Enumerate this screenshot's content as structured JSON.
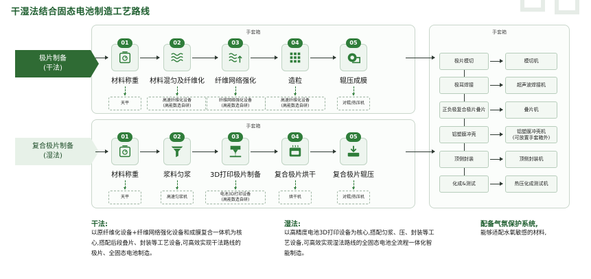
{
  "title": "干湿法结合固态电池制造工艺路线",
  "glovebox_label": "手套箱",
  "dry": {
    "tag": [
      "极片制备",
      "(干法)"
    ],
    "steps": [
      {
        "num": "01",
        "name": "材料称重",
        "icon": "scale-icon",
        "equip": [
          "天平"
        ]
      },
      {
        "num": "02",
        "name": "材料混匀及纤维化",
        "icon": "wave-layers-icon",
        "equip": [
          "高速纤维化设备",
          "(高能数造自研)"
        ]
      },
      {
        "num": "03",
        "name": "纤维网络强化",
        "icon": "wave-arrow-icon",
        "equip": [
          "纤维网络强化设备",
          "(高能数造自研)"
        ]
      },
      {
        "num": "04",
        "name": "造粒",
        "icon": "grid-dots-icon",
        "equip": [
          "高速纤维化设备",
          "(高能数造自研)"
        ]
      },
      {
        "num": "05",
        "name": "辊压成膜",
        "icon": "roller-film-icon",
        "equip": [
          "对辊/热压机"
        ]
      }
    ]
  },
  "wet": {
    "tag": [
      "复合极片制备",
      "(湿法)"
    ],
    "steps": [
      {
        "num": "01",
        "name": "材料称重",
        "icon": "scale-icon",
        "equip": [
          "天平"
        ]
      },
      {
        "num": "02",
        "name": "浆料匀浆",
        "icon": "funnel-icon",
        "equip": [
          "高速匀浆机"
        ]
      },
      {
        "num": "03",
        "name": "3D打印极片制备",
        "icon": "print-nozzle-icon",
        "equip": [
          "电池3D打印设备",
          "(高能数造自研)"
        ]
      },
      {
        "num": "04",
        "name": "复合极片烘干",
        "icon": "oven-icon",
        "equip": [
          "烘干机"
        ]
      },
      {
        "num": "05",
        "name": "复合极片辊压",
        "icon": "press-down-icon",
        "equip": [
          "对辊/热压机"
        ]
      }
    ]
  },
  "assembly": [
    {
      "process": [
        "极片模切"
      ],
      "machine": [
        "模切机"
      ]
    },
    {
      "process": [
        "极耳焊接"
      ],
      "machine": [
        "超声波焊接机"
      ]
    },
    {
      "process": [
        "正负极复合极片叠片"
      ],
      "machine": [
        "叠片机"
      ]
    },
    {
      "process": [
        "铝塑膜冲壳"
      ],
      "machine": [
        "铝塑膜冲壳机",
        "(可放置手套箱外)"
      ]
    },
    {
      "process": [
        "顶侧封装"
      ],
      "machine": [
        "顶侧封装机"
      ]
    },
    {
      "process": [
        "化成&测试"
      ],
      "machine": [
        "热压化成测试机"
      ]
    }
  ],
  "footer": {
    "dry_title": "干法:",
    "dry_lines": [
      "以原纤维化设备+纤维网络强化设备和成膜复合一体机为核",
      "心,搭配后段叠片、封装等工艺设备,可高效实现干法路线的",
      "极片、全固态电池制造。"
    ],
    "wet_title": "湿法:",
    "wet_lines": [
      "以高精度电池3D打印设备为核心,搭配匀浆、压、封装等工",
      "艺设备,可高效实现湿法路线的全固态电池全流程一体化智",
      "能制造。"
    ],
    "gas_title": "配备气氛保护系统,",
    "gas_lines": [
      "能够适配水氧敏感的材料,"
    ]
  },
  "colors": {
    "primary": "#2f7d3a",
    "dark": "#1e5e2f",
    "light": "#eef5ef"
  }
}
